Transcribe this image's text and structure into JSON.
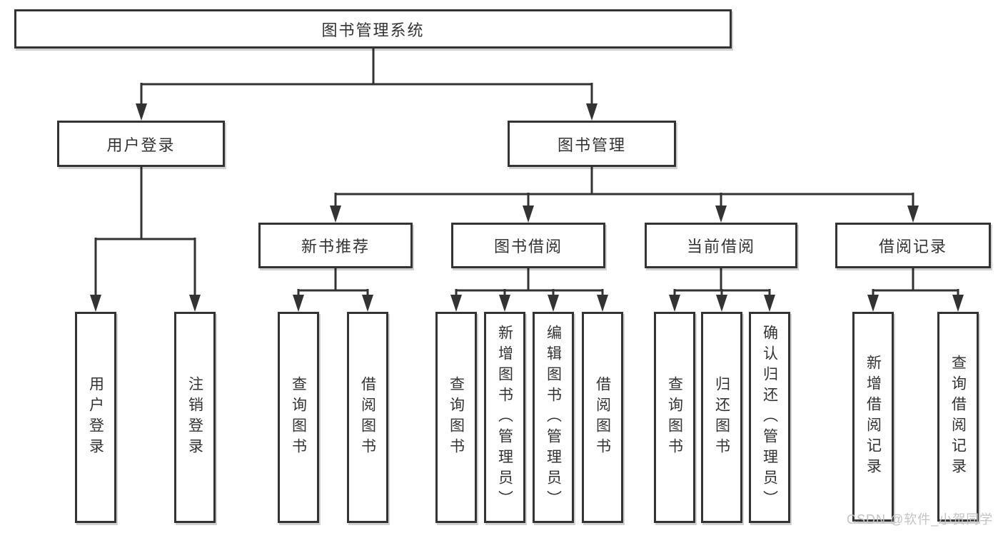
{
  "tree": {
    "root": "图书管理系统",
    "user_login": {
      "label": "用户登录",
      "children": [
        "用户登录",
        "注销登录"
      ]
    },
    "book_mgmt": {
      "label": "图书管理",
      "groups": [
        {
          "label": "新书推荐",
          "children": [
            "查询图书",
            "借阅图书"
          ]
        },
        {
          "label": "图书借阅",
          "children": [
            "查询图书",
            "新增图书（管理员）",
            "编辑图书（管理员）",
            "借阅图书"
          ]
        },
        {
          "label": "当前借阅",
          "children": [
            "查询图书",
            "归还图书",
            "确认归还（管理员）"
          ]
        },
        {
          "label": "借阅记录",
          "children": [
            "新增借阅记录",
            "查询借阅记录"
          ]
        }
      ]
    }
  },
  "watermark": "CSDN @软件_小贺同学",
  "colors": {
    "line": "#333333",
    "text": "#333333",
    "watermark": "#c3c3c3",
    "background": "#ffffff"
  }
}
